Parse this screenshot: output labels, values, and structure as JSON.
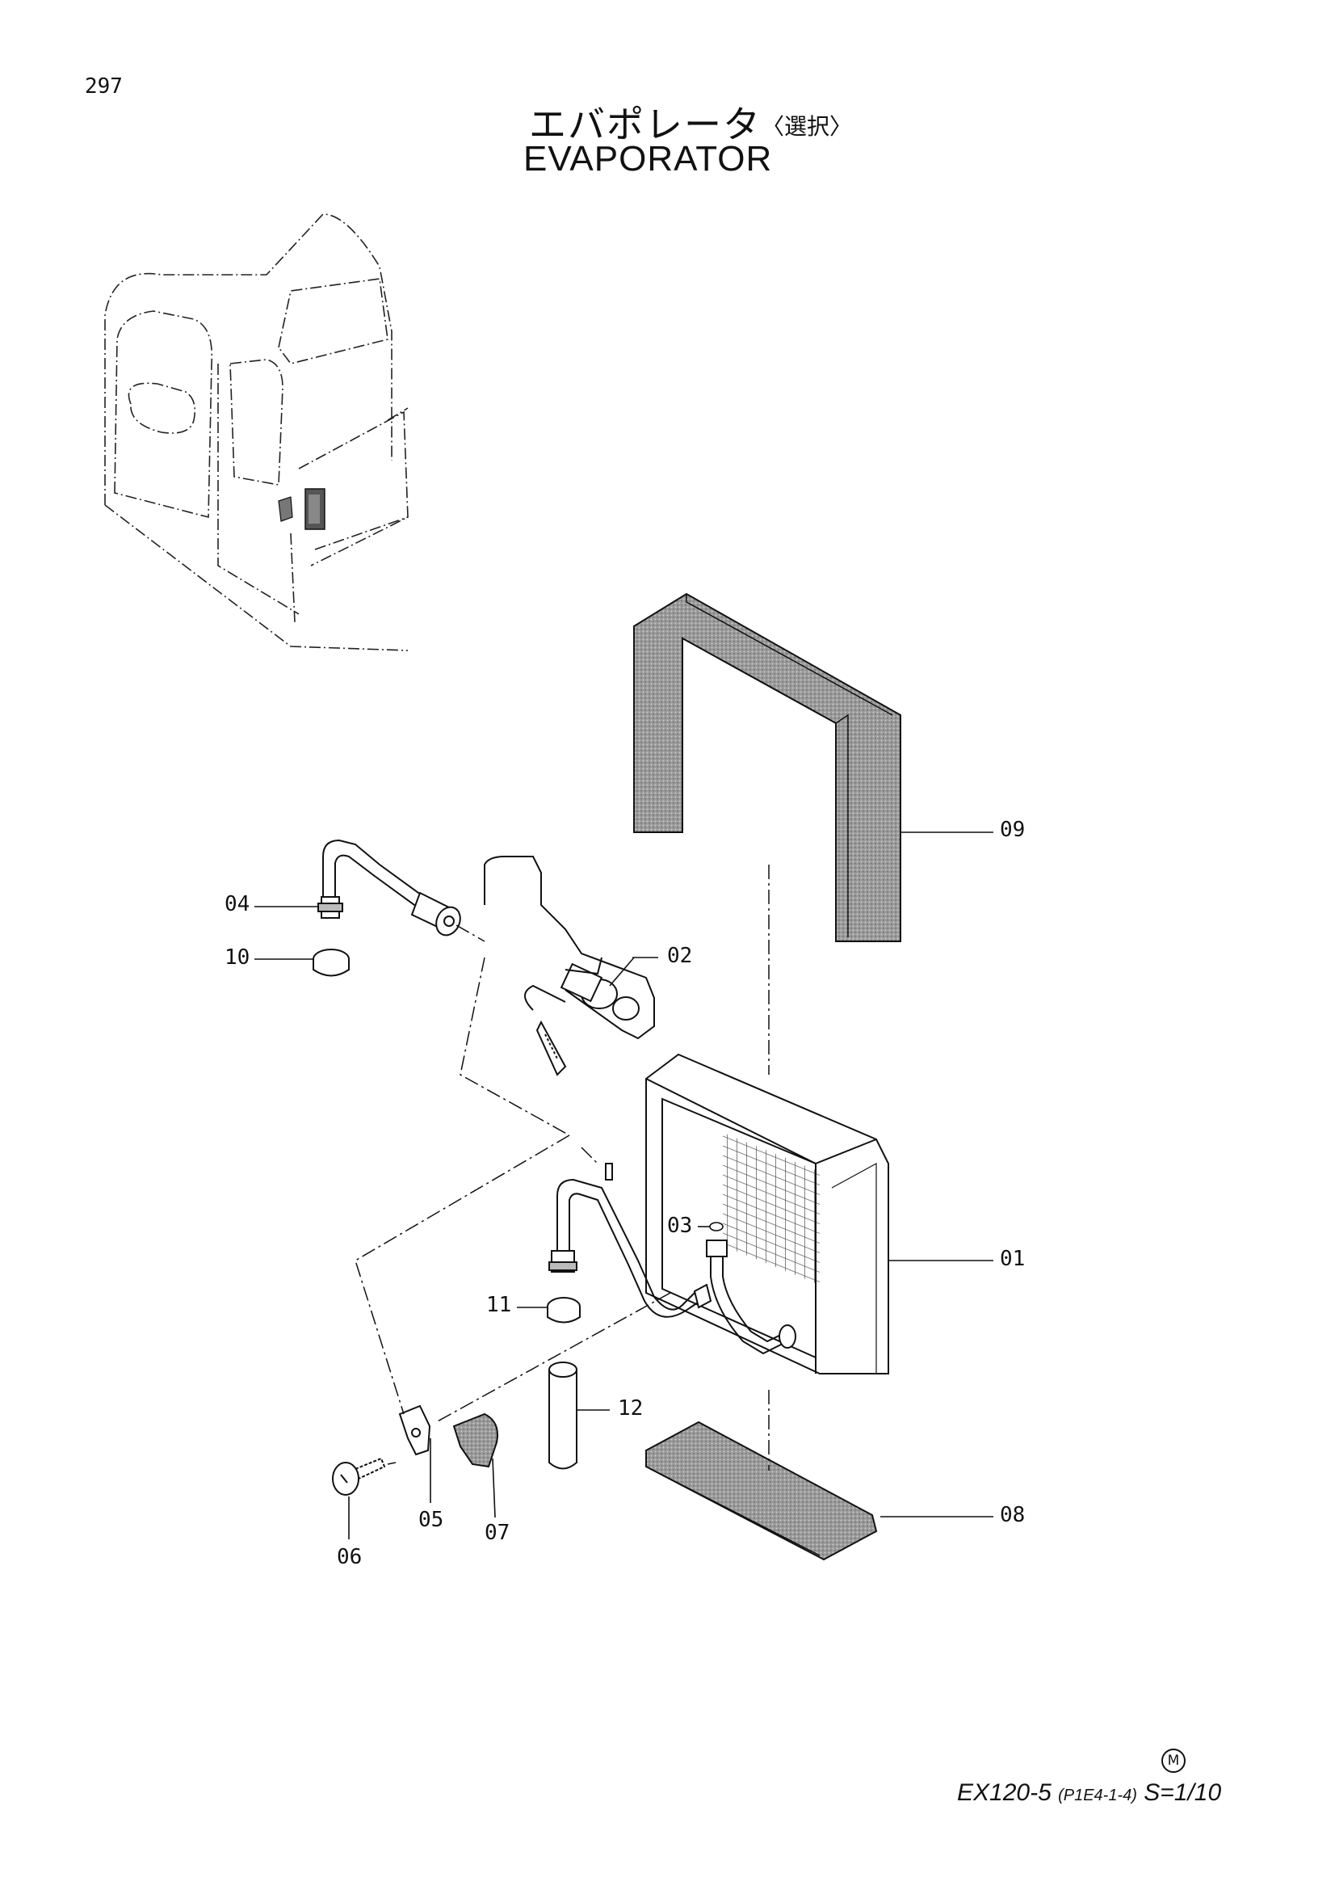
{
  "page": {
    "number": "297",
    "title_jp": "エバポレータ",
    "title_jp_sub": "〈選択〉",
    "title_en": "EVAPORATOR"
  },
  "callouts": {
    "p01": "01",
    "p02": "02",
    "p03": "03",
    "p04": "04",
    "p05": "05",
    "p06": "06",
    "p07": "07",
    "p08": "08",
    "p09": "09",
    "p10": "10",
    "p11": "11",
    "p12": "12"
  },
  "footer": {
    "mark": "M",
    "model": "EX120-5",
    "code": "(P1E4-1-4)",
    "scale": "S=1/10"
  }
}
